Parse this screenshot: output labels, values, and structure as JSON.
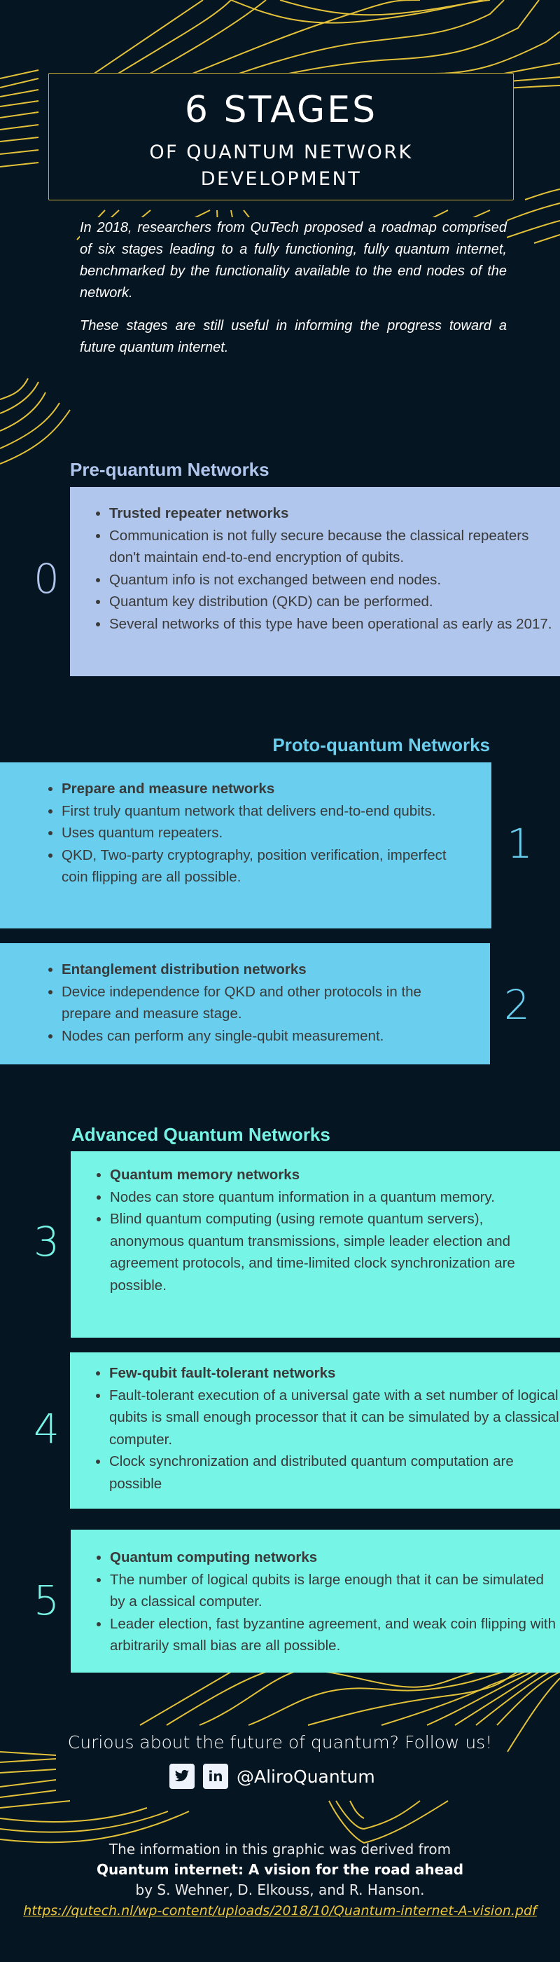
{
  "colors": {
    "background": "#061522",
    "accent_gold": "#e3c23a",
    "pre_quantum": "#b0c6ec",
    "proto_quantum": "#6acfee",
    "advanced_quantum": "#76f5e6"
  },
  "header": {
    "title": "6 STAGES",
    "subtitle_line1": "OF QUANTUM NETWORK",
    "subtitle_line2": "DEVELOPMENT"
  },
  "intro": {
    "paragraph1": "In 2018, researchers from QuTech proposed a roadmap comprised of six stages leading to a fully functioning, fully quantum internet, benchmarked by the functionality available to the end nodes of the network.",
    "paragraph2": "These stages are still useful in informing the progress toward a future quantum internet."
  },
  "sections": {
    "pre": {
      "title": "Pre-quantum Networks"
    },
    "proto": {
      "title": "Proto-quantum Networks"
    },
    "advanced": {
      "title": "Advanced Quantum Networks"
    }
  },
  "stages": [
    {
      "number": "0",
      "heading": "Trusted repeater networks",
      "bullets": [
        "Communication is not fully secure because  the classical repeaters don't maintain end-to-end encryption of qubits.",
        "Quantum info is not exchanged between end nodes.",
        "Quantum key distribution (QKD) can be performed.",
        "Several networks of this type have been operational as early as 2017."
      ]
    },
    {
      "number": "1",
      "heading": "Prepare and measure networks",
      "bullets": [
        "First truly quantum network that delivers end-to-end qubits.",
        "Uses quantum repeaters.",
        "QKD, Two-party cryptography, position verification, imperfect coin flipping are all possible."
      ]
    },
    {
      "number": "2",
      "heading": "Entanglement distribution networks",
      "bullets": [
        "Device independence for QKD and other protocols in the prepare and measure stage.",
        " Nodes can perform any single-qubit measurement."
      ]
    },
    {
      "number": "3",
      "heading": "Quantum memory networks",
      "bullets": [
        "Nodes can store quantum information in a quantum memory.",
        "Blind quantum computing (using remote quantum servers), anonymous quantum transmissions, simple leader election and agreement protocols, and time-limited clock synchronization are possible."
      ]
    },
    {
      "number": "4",
      "heading": "Few-qubit fault-tolerant networks",
      "bullets": [
        "Fault-tolerant execution of a universal gate with a set number of logical qubits is small enough processor that it can be simulated by a classical computer.",
        "Clock synchronization and distributed quantum computation are possible"
      ]
    },
    {
      "number": "5",
      "heading": "Quantum computing networks",
      "bullets": [
        "The number of logical qubits is large enough  that it can be simulated by a classical computer.",
        "Leader election, fast byzantine agreement, and weak coin flipping with arbitrarily small bias are all possible."
      ]
    }
  ],
  "footer": {
    "follow_text": "Curious about the future of quantum? Follow us!",
    "twitter_icon": "twitter-icon",
    "linkedin_icon": "linkedin-icon",
    "linkedin_glyph": "in",
    "handle": "@AliroQuantum",
    "credit_line1": "The information in this graphic was derived from",
    "credit_title": "Quantum internet: A vision for the road ahead",
    "credit_authors": "by S. Wehner, D. Elkouss, and R. Hanson.",
    "credit_link": "https://qutech.nl/wp-content/uploads/2018/10/Quantum-internet-A-vision.pdf"
  }
}
